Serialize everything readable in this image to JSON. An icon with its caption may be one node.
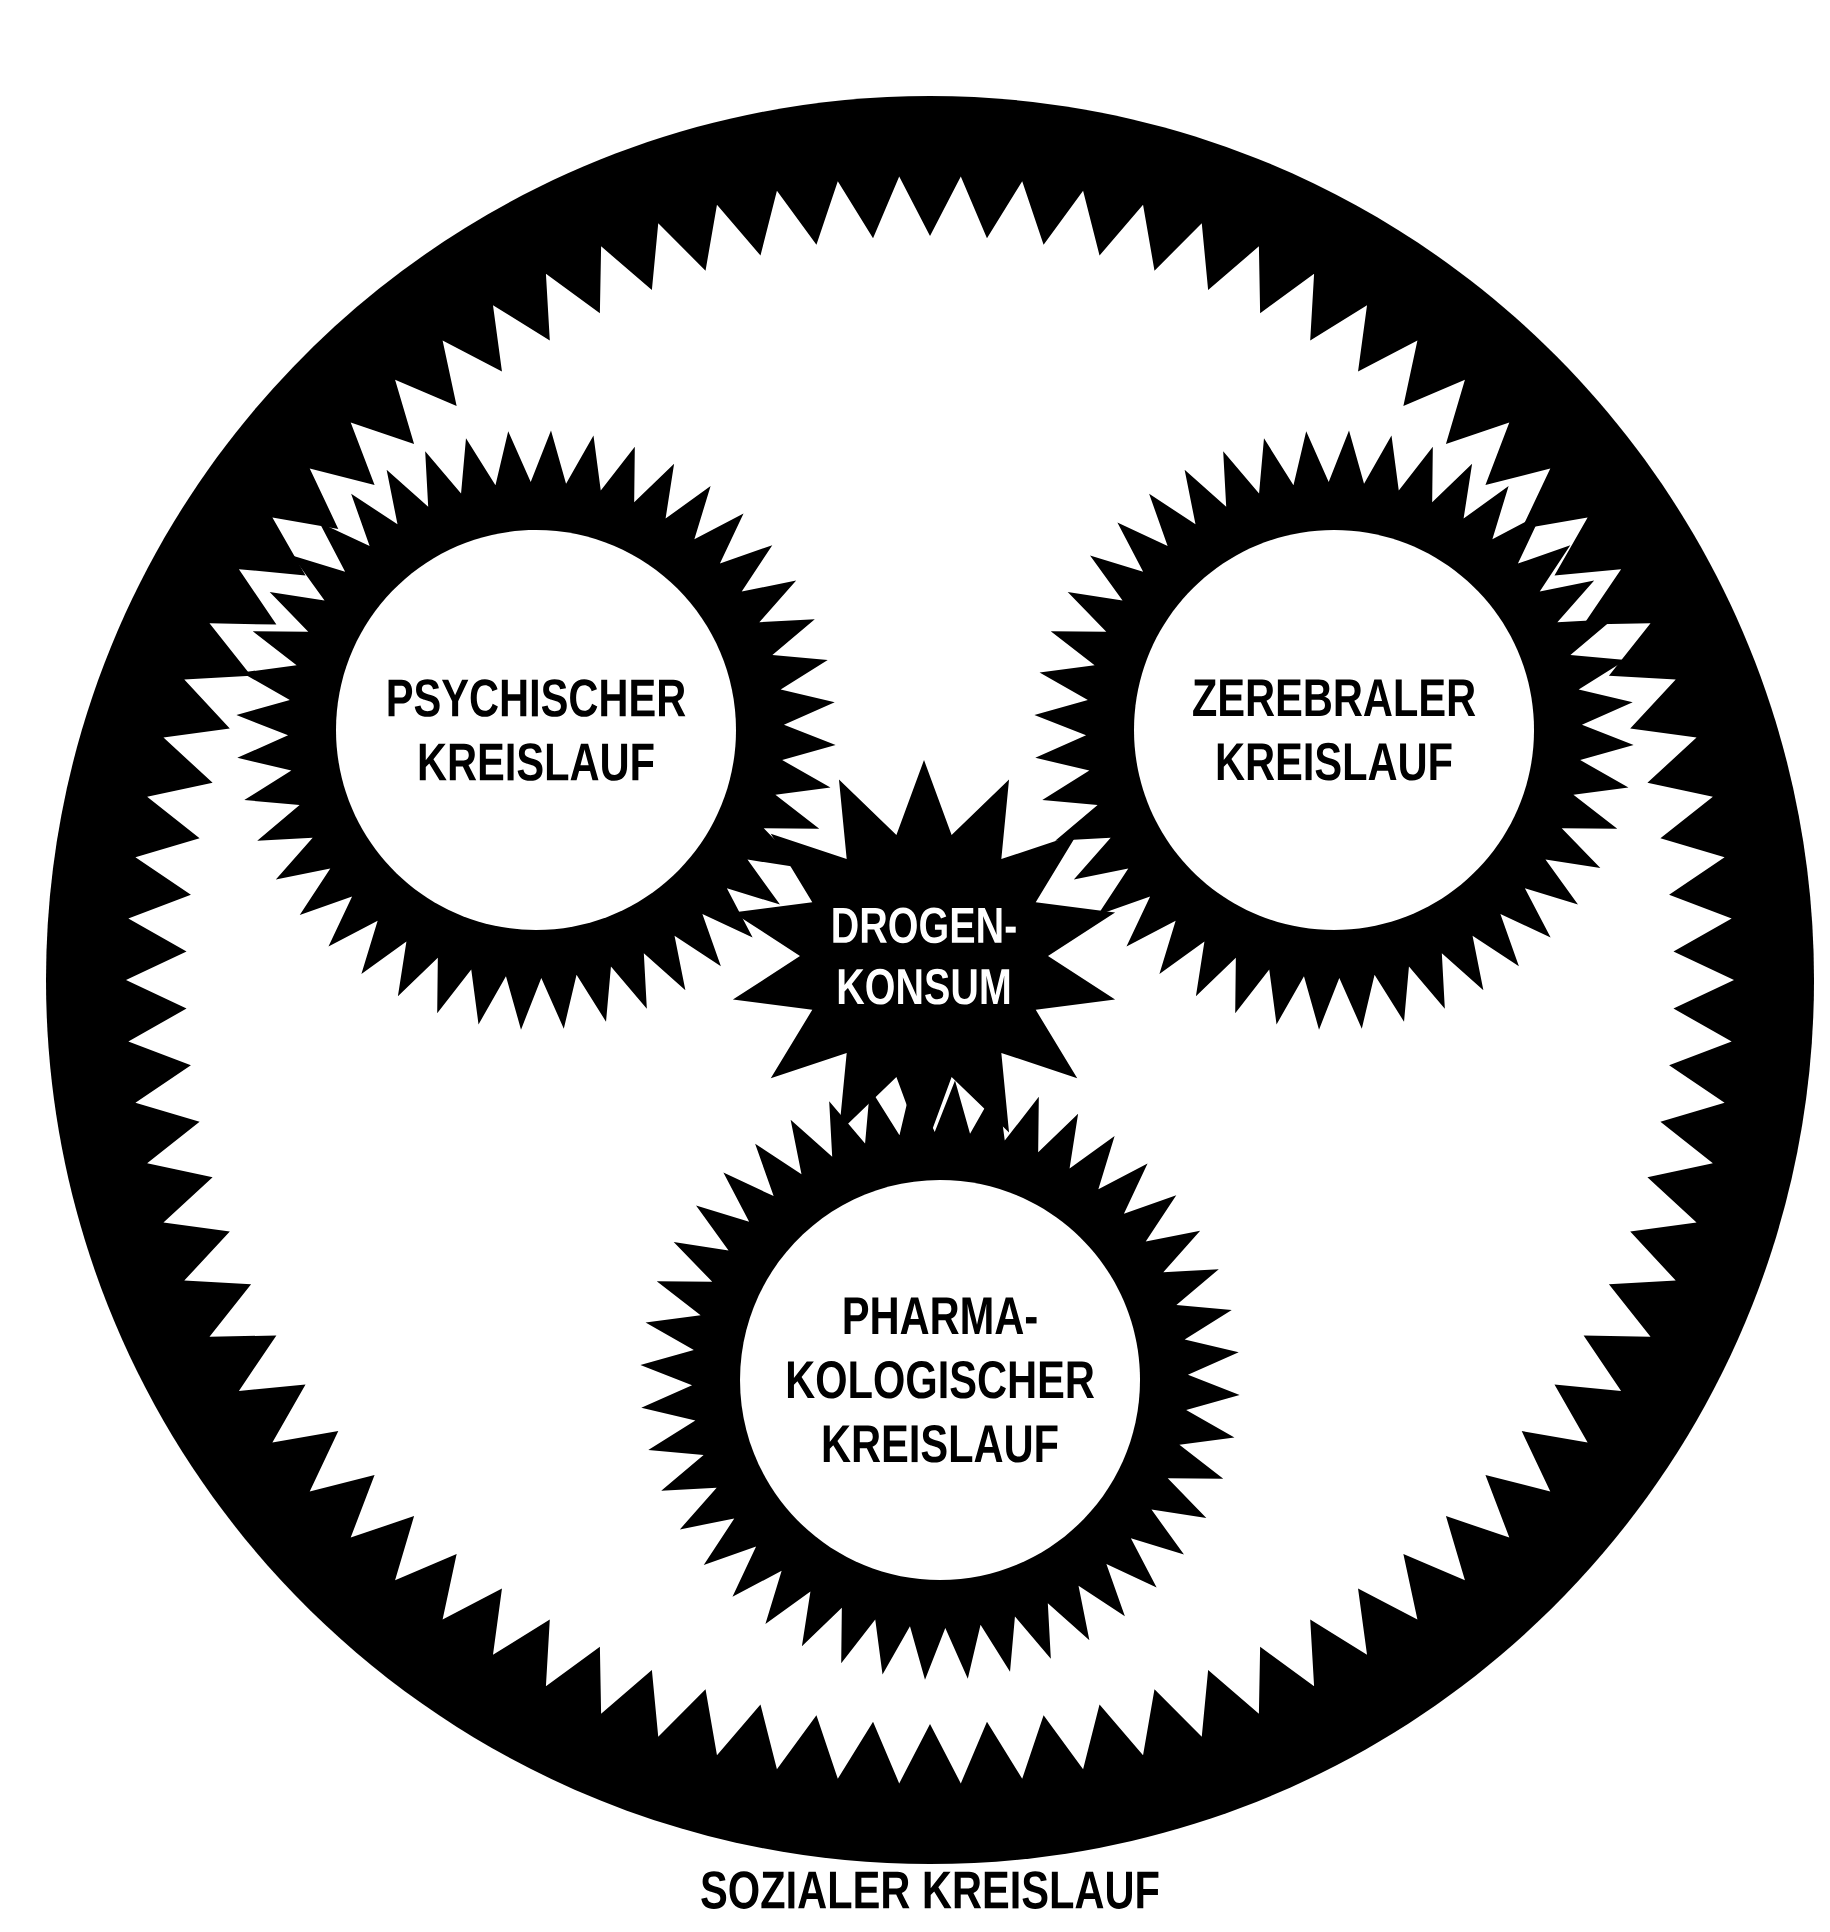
{
  "diagram": {
    "nodes": [
      {
        "text": [
          "SOZIALER KREISLAUF"
        ]
      },
      {
        "text": [
          "PSYCHISCHER KREISLAUF"
        ],
        "in": 0
      },
      {
        "text": [
          "ZEREBRALER KREISLAUF"
        ],
        "in": 0
      },
      {
        "text": [
          "DROGEN- KONSUM"
        ],
        "in": 0
      },
      {
        "text": [
          "PHARMA- KOLOGISCHER KREISLAUF"
        ],
        "in": 0
      }
    ]
  }
}
